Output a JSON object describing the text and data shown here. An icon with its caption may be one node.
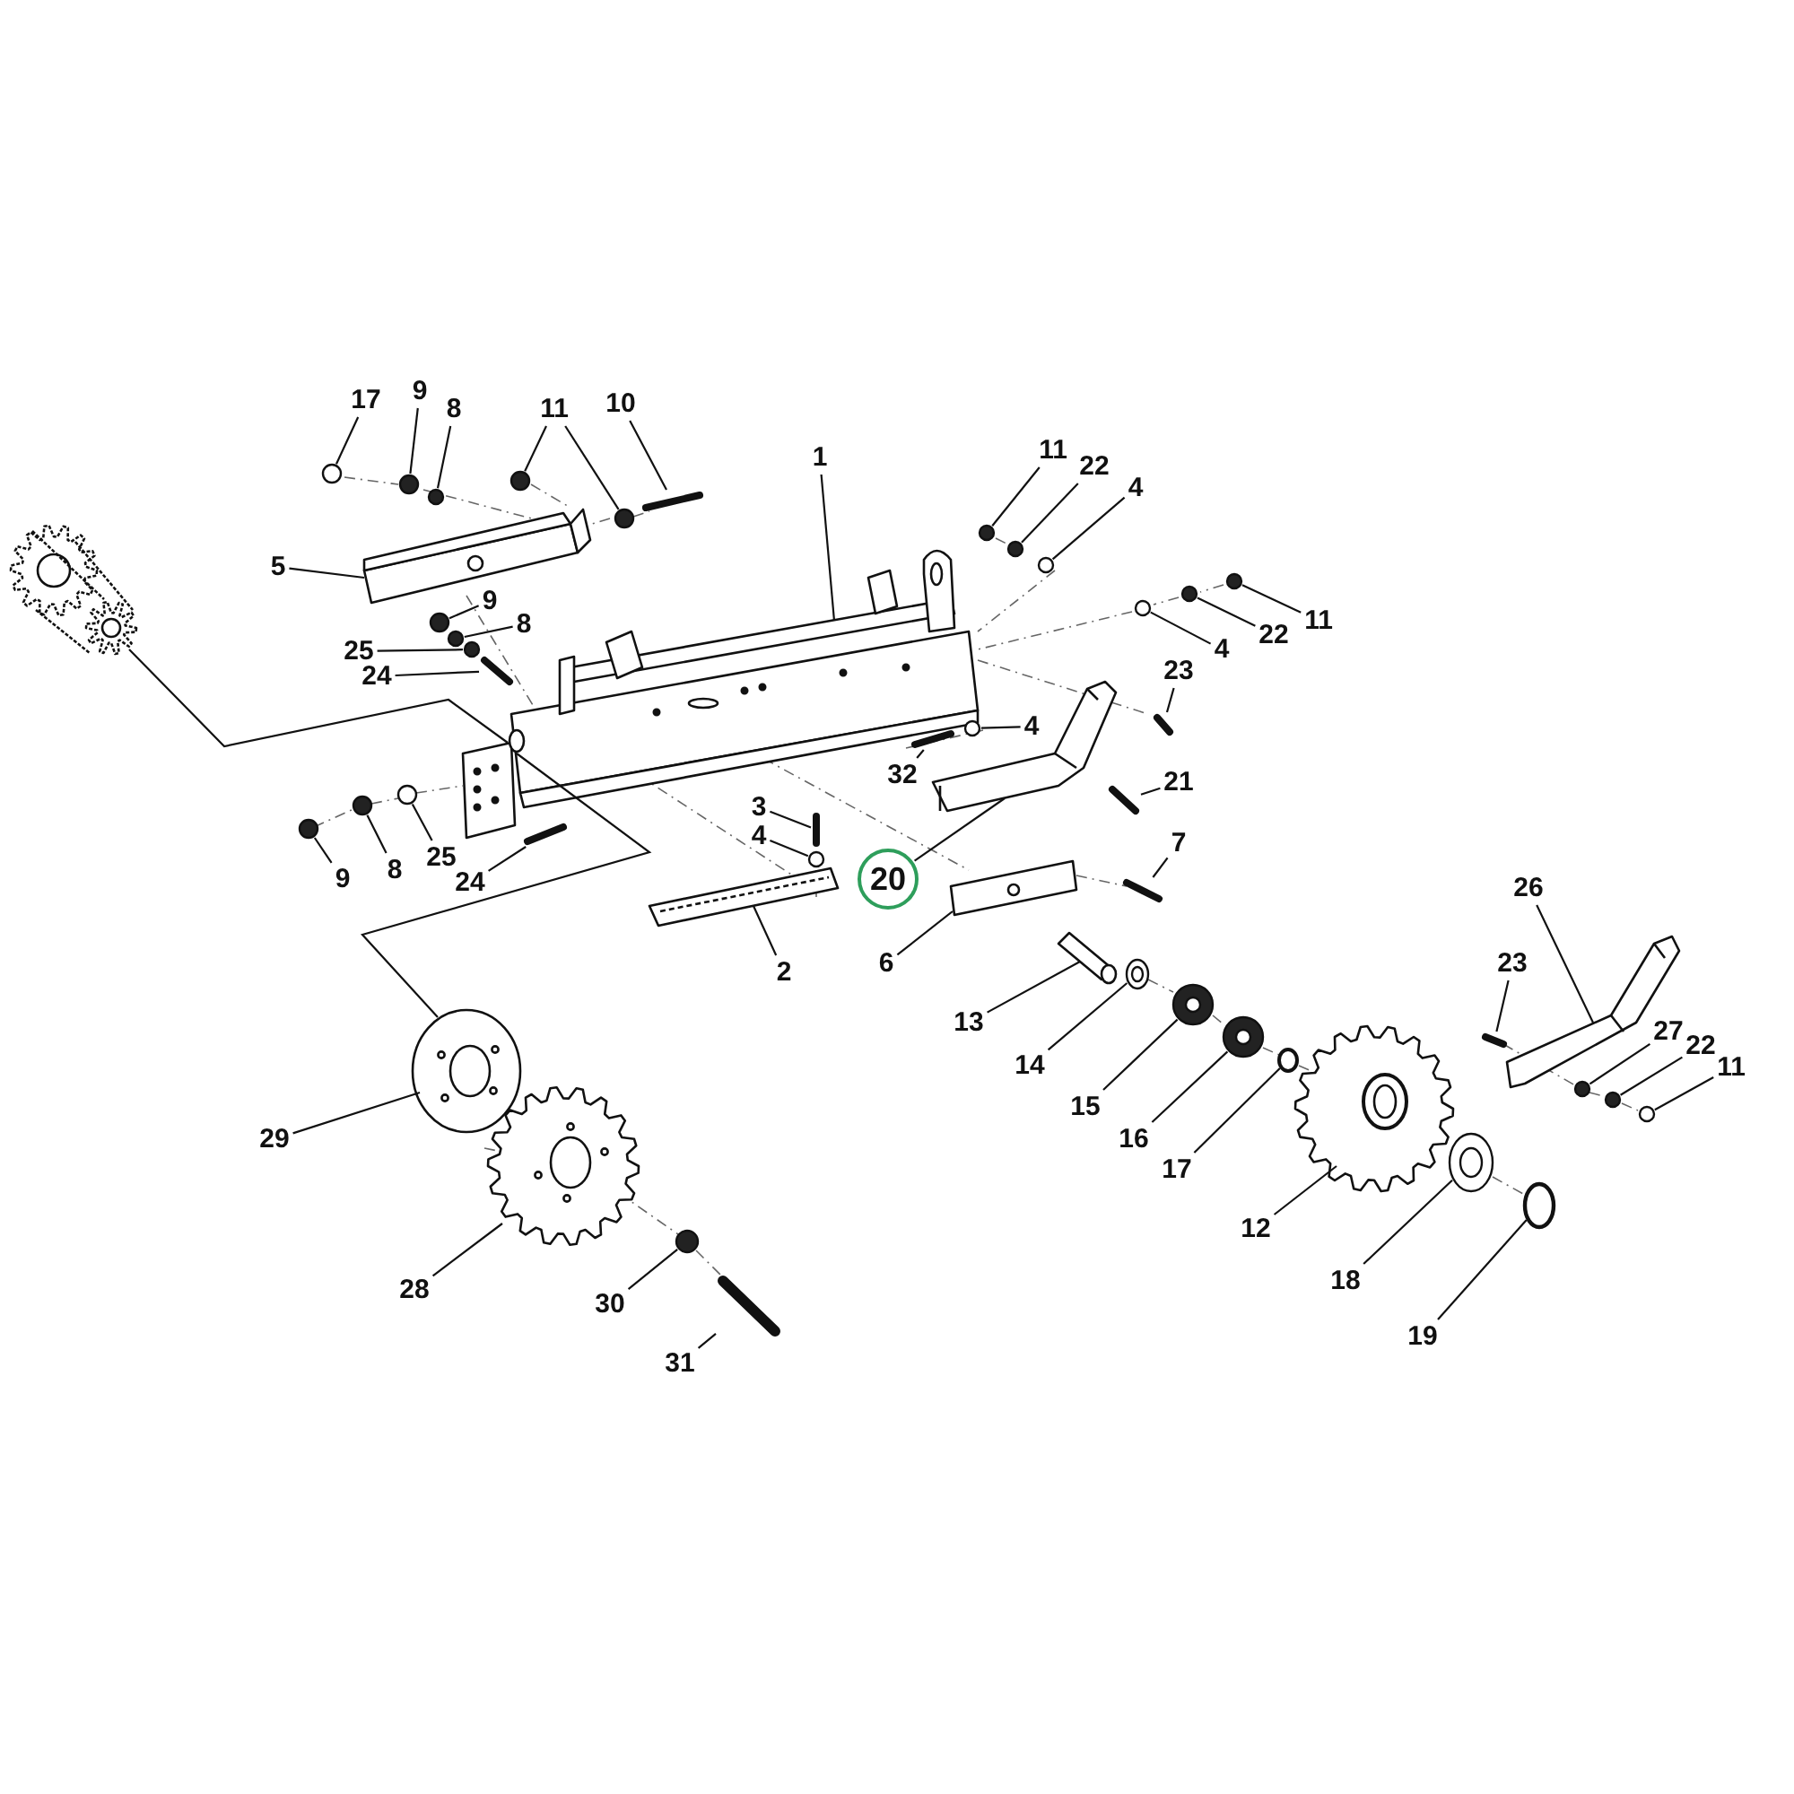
{
  "diagram": {
    "nodes": [
      {
        "text": [
          "17"
        ]
      },
      {
        "text": [
          "9"
        ]
      },
      {
        "text": [
          "8"
        ]
      },
      {
        "text": [
          "11"
        ]
      },
      {
        "text": [
          "10"
        ]
      },
      {
        "text": [
          "1"
        ]
      },
      {
        "text": [
          "11"
        ]
      },
      {
        "text": [
          "22"
        ]
      },
      {
        "text": [
          "4"
        ]
      },
      {
        "text": [
          "5"
        ]
      },
      {
        "text": [
          "9"
        ]
      },
      {
        "text": [
          "8"
        ]
      },
      {
        "text": [
          "11"
        ]
      },
      {
        "text": [
          "22"
        ]
      },
      {
        "text": [
          "25"
        ]
      },
      {
        "text": [
          "4"
        ]
      },
      {
        "text": [
          "24"
        ]
      },
      {
        "text": [
          "23"
        ]
      },
      {
        "text": [
          "4"
        ]
      },
      {
        "text": [
          "32"
        ]
      },
      {
        "text": [
          "21"
        ]
      },
      {
        "text": [
          "3"
        ]
      },
      {
        "text": [
          "4"
        ]
      },
      {
        "text": [
          "7"
        ]
      },
      {
        "text": [
          "9"
        ]
      },
      {
        "text": [
          "8"
        ]
      },
      {
        "text": [
          "25"
        ]
      },
      {
        "text": [
          "20"
        ]
      },
      {
        "text": [
          "24"
        ]
      },
      {
        "text": [
          "26"
        ]
      },
      {
        "text": [
          "6"
        ]
      },
      {
        "text": [
          "2"
        ]
      },
      {
        "text": [
          "23"
        ]
      },
      {
        "text": [
          "13"
        ]
      },
      {
        "text": [
          "27"
        ]
      },
      {
        "text": [
          "22"
        ]
      },
      {
        "text": [
          "14"
        ]
      },
      {
        "text": [
          "11"
        ]
      },
      {
        "text": [
          "15"
        ]
      },
      {
        "text": [
          "29"
        ]
      },
      {
        "text": [
          "16"
        ]
      },
      {
        "text": [
          "17"
        ]
      },
      {
        "text": [
          "12"
        ]
      },
      {
        "text": [
          "28"
        ]
      },
      {
        "text": [
          "18"
        ]
      },
      {
        "text": [
          "30"
        ]
      },
      {
        "text": [
          "19"
        ]
      },
      {
        "text": [
          "31"
        ]
      },
      {
        "text": [],
        "shape": "picture"
      },
      {
        "text": [],
        "shape": "circle"
      },
      {
        "text": [],
        "shape": "circle"
      },
      {
        "text": [],
        "shape": "circle"
      },
      {
        "text": [],
        "shape": "circle"
      },
      {
        "text": [],
        "shape": "circle"
      },
      {
        "text": [],
        "shape": "bolt"
      },
      {
        "text": [],
        "shape": "picture"
      },
      {
        "text": [],
        "shape": "circle"
      },
      {
        "text": [],
        "shape": "circle"
      },
      {
        "text": [],
        "shape": "circle"
      },
      {
        "text": [],
        "shape": "picture"
      },
      {
        "text": [],
        "shape": "circle"
      },
      {
        "text": [],
        "shape": "circle"
      },
      {
        "text": [],
        "shape": "circle"
      },
      {
        "text": [],
        "shape": "circle"
      },
      {
        "text": [],
        "shape": "circle"
      },
      {
        "text": [],
        "shape": "circle"
      },
      {
        "text": [],
        "shape": "bolt"
      },
      {
        "text": [],
        "shape": "bolt"
      },
      {
        "text": [],
        "shape": "circle"
      },
      {
        "text": [],
        "shape": "bolt"
      },
      {
        "text": [],
        "shape": "bolt"
      },
      {
        "text": [],
        "shape": "bolt"
      },
      {
        "text": [],
        "shape": "circle"
      },
      {
        "text": [],
        "shape": "bolt"
      },
      {
        "text": [],
        "shape": "circle"
      },
      {
        "text": [],
        "shape": "circle"
      },
      {
        "text": [],
        "shape": "circle"
      },
      {
        "text": [],
        "shape": "picture"
      },
      {
        "text": [],
        "shape": "bolt"
      },
      {
        "text": [],
        "shape": "picture"
      },
      {
        "text": [],
        "shape": "picture"
      },
      {
        "text": [],
        "shape": "picture"
      },
      {
        "text": [],
        "shape": "bolt"
      },
      {
        "text": [],
        "shape": "picture"
      },
      {
        "text": [],
        "shape": "circle"
      },
      {
        "text": [],
        "shape": "circle"
      },
      {
        "text": [],
        "shape": "circle"
      },
      {
        "text": [],
        "shape": "circle"
      },
      {
        "text": [],
        "shape": "circle"
      },
      {
        "text": [],
        "shape": "picture"
      },
      {
        "text": [],
        "shape": "circle"
      },
      {
        "text": [],
        "shape": "circle"
      },
      {
        "text": [],
        "shape": "picture"
      },
      {
        "text": [],
        "shape": "picture"
      },
      {
        "text": [],
        "shape": "circle"
      },
      {
        "text": [],
        "shape": "circle"
      },
      {
        "text": [],
        "shape": "circle"
      },
      {
        "text": [],
        "shape": "bolt"
      }
    ],
    "edges": [
      {
        "from": 0,
        "to": 49,
        "arrow": "none"
      },
      {
        "from": 1,
        "to": 50,
        "arrow": "none"
      },
      {
        "from": 2,
        "to": 51,
        "arrow": "none"
      },
      {
        "from": 3,
        "to": 52,
        "arrow": "none"
      },
      {
        "from": 3,
        "to": 53,
        "arrow": "none"
      },
      {
        "from": 4,
        "to": 54,
        "arrow": "none"
      },
      {
        "from": 5,
        "to": 55,
        "arrow": "none"
      },
      {
        "from": 6,
        "to": 56,
        "arrow": "none"
      },
      {
        "from": 7,
        "to": 57,
        "arrow": "none"
      },
      {
        "from": 8,
        "to": 58,
        "arrow": "none"
      },
      {
        "from": 9,
        "to": 59,
        "arrow": "none"
      },
      {
        "from": 10,
        "to": 60,
        "arrow": "none"
      },
      {
        "from": 11,
        "to": 61,
        "arrow": "none"
      },
      {
        "from": 12,
        "to": 62,
        "arrow": "none"
      },
      {
        "from": 13,
        "to": 63,
        "arrow": "none"
      },
      {
        "from": 14,
        "to": 64,
        "arrow": "none"
      },
      {
        "from": 15,
        "to": 65,
        "arrow": "none"
      },
      {
        "from": 16,
        "to": 66,
        "arrow": "none"
      },
      {
        "from": 17,
        "to": 67,
        "arrow": "none"
      },
      {
        "from": 18,
        "to": 68,
        "arrow": "none"
      },
      {
        "from": 19,
        "to": 69,
        "arrow": "none"
      },
      {
        "from": 20,
        "to": 70,
        "arrow": "none"
      },
      {
        "from": 21,
        "to": 71,
        "arrow": "none"
      },
      {
        "from": 22,
        "to": 72,
        "arrow": "none"
      },
      {
        "from": 23,
        "to": 73,
        "arrow": "none"
      },
      {
        "from": 24,
        "to": 74,
        "arrow": "none"
      },
      {
        "from": 25,
        "to": 75,
        "arrow": "none"
      },
      {
        "from": 26,
        "to": 76,
        "arrow": "none"
      },
      {
        "from": 27,
        "to": 77,
        "arrow": "none"
      },
      {
        "from": 28,
        "to": 78,
        "arrow": "none"
      },
      {
        "from": 29,
        "to": 79,
        "arrow": "none"
      },
      {
        "from": 30,
        "to": 80,
        "arrow": "none"
      },
      {
        "from": 31,
        "to": 81,
        "arrow": "none"
      },
      {
        "from": 32,
        "to": 82,
        "arrow": "none"
      },
      {
        "from": 33,
        "to": 83,
        "arrow": "none"
      },
      {
        "from": 34,
        "to": 84,
        "arrow": "none"
      },
      {
        "from": 35,
        "to": 85,
        "arrow": "none"
      },
      {
        "from": 36,
        "to": 86,
        "arrow": "none"
      },
      {
        "from": 37,
        "to": 87,
        "arrow": "none"
      },
      {
        "from": 38,
        "to": 88,
        "arrow": "none"
      },
      {
        "from": 39,
        "to": 89,
        "arrow": "none"
      },
      {
        "from": 40,
        "to": 90,
        "arrow": "none"
      },
      {
        "from": 41,
        "to": 91,
        "arrow": "none"
      },
      {
        "from": 42,
        "to": 92,
        "arrow": "none"
      },
      {
        "from": 43,
        "to": 93,
        "arrow": "none"
      },
      {
        "from": 44,
        "to": 94,
        "arrow": "none"
      },
      {
        "from": 45,
        "to": 95,
        "arrow": "none"
      },
      {
        "from": 46,
        "to": 96,
        "arrow": "none"
      },
      {
        "from": 47,
        "to": 97,
        "arrow": "none"
      },
      {
        "from": 48,
        "to": 55,
        "arrow": "none"
      },
      {
        "from": 55,
        "to": 89,
        "arrow": "none"
      }
    ]
  }
}
